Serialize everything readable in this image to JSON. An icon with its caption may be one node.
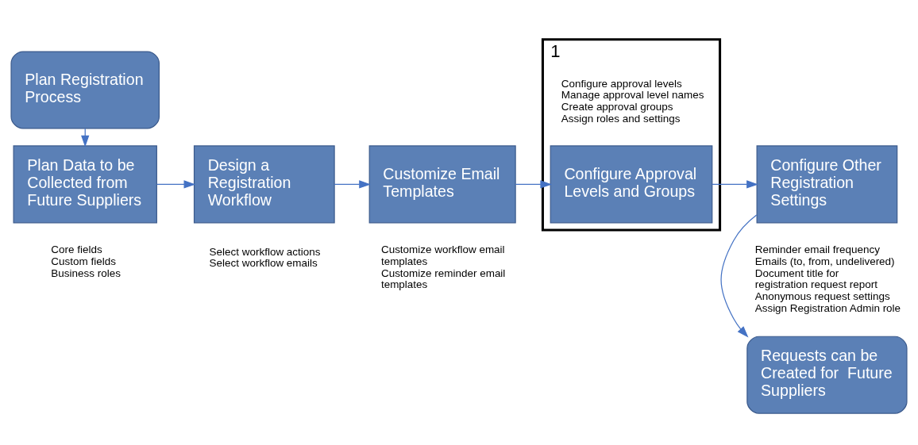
{
  "diagram": {
    "nodes": [
      {
        "text": [
          "Plan Registration Process"
        ]
      },
      {
        "text": [
          "Plan Data to be Collected from Future Suppliers"
        ],
        "beside": [
          "Core fields",
          "Custom fields",
          "Business roles"
        ]
      },
      {
        "text": [
          "Design a Registration Workflow"
        ],
        "beside": [
          "Select workflow actions",
          "Select workflow emails"
        ]
      },
      {
        "text": [
          "Customize Email Templates"
        ],
        "beside": [
          "Customize workflow email templates",
          "Customize reminder email templates"
        ]
      },
      {
        "text": [
          "1"
        ]
      },
      {
        "text": [
          "Configure Approval Levels and Groups"
        ],
        "in": 4,
        "beside": [
          "Configure approval levels",
          "Manage approval level names",
          "Create approval groups",
          "Assign roles and settings"
        ]
      },
      {
        "text": [
          "Configure Other Registration Settings"
        ],
        "beside": [
          "Reminder email frequency",
          "Emails (to, from, undelivered)",
          "Document title for registration request report",
          "Anonymous request settings",
          "Assign Registration Admin role"
        ]
      },
      {
        "text": [
          "Requests can be Created for  Future Suppliers"
        ]
      }
    ],
    "edges": [
      {
        "from": 0,
        "to": 1,
        "arrow": "to"
      },
      {
        "from": 1,
        "to": 2,
        "arrow": "to"
      },
      {
        "from": 2,
        "to": 3,
        "arrow": "to"
      },
      {
        "from": 3,
        "to": 5,
        "arrow": "to"
      },
      {
        "from": 5,
        "to": 6,
        "arrow": "to"
      },
      {
        "from": 6,
        "to": 7,
        "arrow": "to"
      }
    ]
  }
}
